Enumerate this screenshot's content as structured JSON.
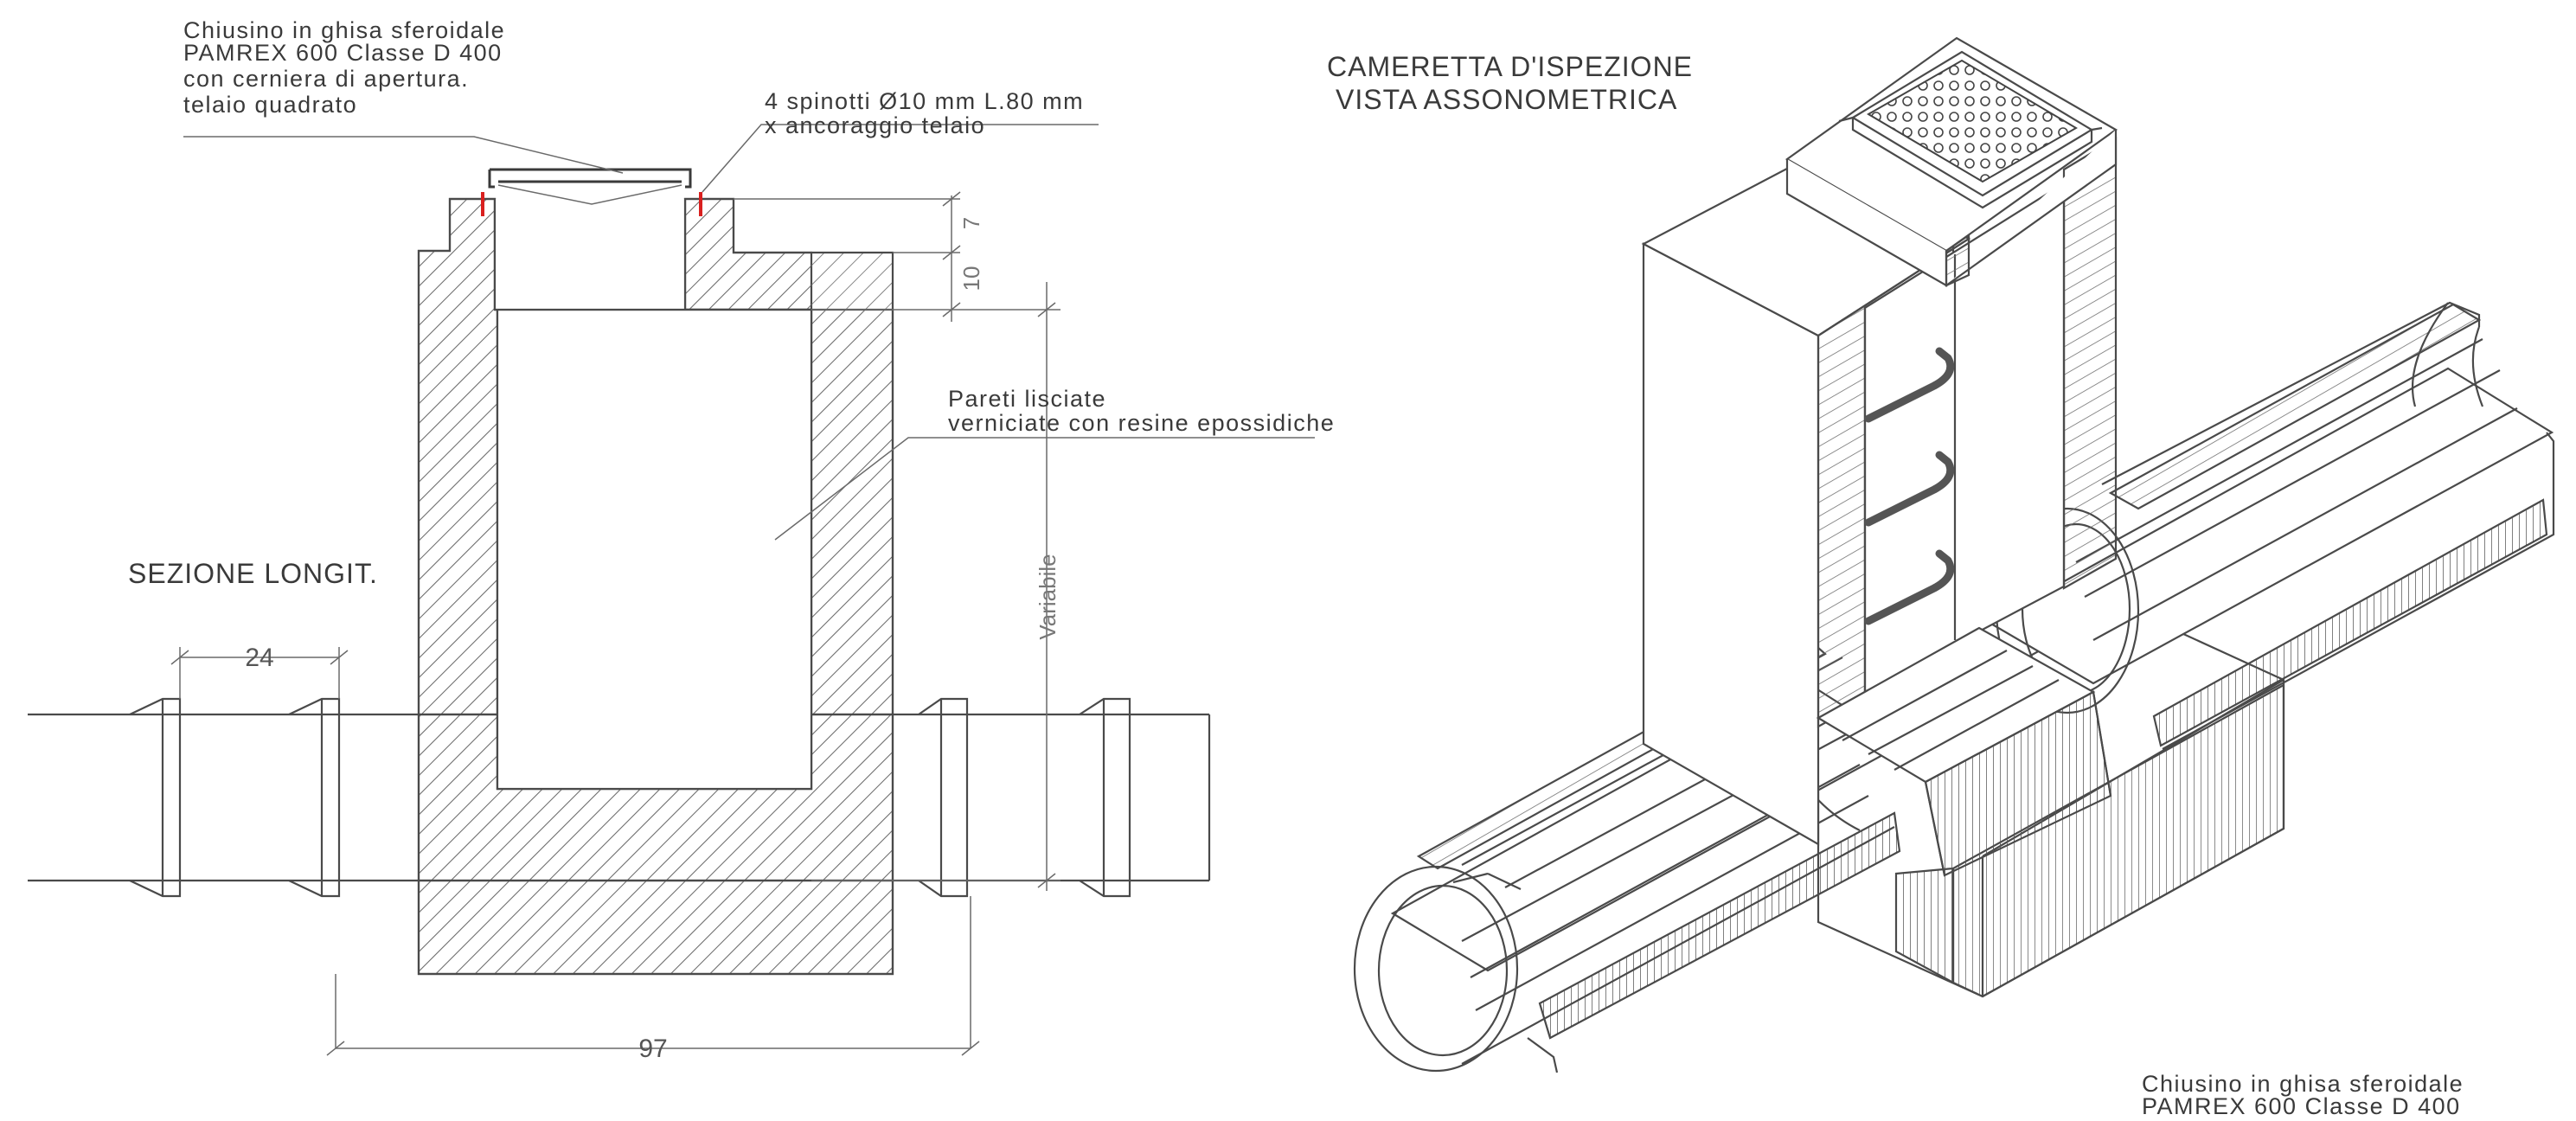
{
  "section": {
    "title": "SEZIONE LONGIT.",
    "cover_note": [
      "Chiusino in ghisa sferoidale",
      "PAMREX 600 Classe D 400",
      "con cerniera di apertura.",
      "telaio quadrato"
    ],
    "pins_note": [
      "4 spinotti Ø10 mm L.80 mm",
      "x ancoraggio telaio"
    ],
    "walls_note": [
      "Pareti lisciate",
      "verniciate con resine epossidiche"
    ],
    "dims": {
      "d7": "7",
      "d10": "10",
      "variabile": "Variabile",
      "d24": "24",
      "d97": "97"
    }
  },
  "axonometric": {
    "title": [
      "CAMERETTA D'ISPEZIONE",
      "VISTA ASSONOMETRICA"
    ],
    "cover_note": [
      "Chiusino in ghisa sferoidale",
      "PAMREX 600 Classe D 400"
    ]
  },
  "colors": {
    "lines": "#4a4a4a",
    "text": "#3a3a3a",
    "pins": "#d9201f",
    "background": "#ffffff"
  }
}
